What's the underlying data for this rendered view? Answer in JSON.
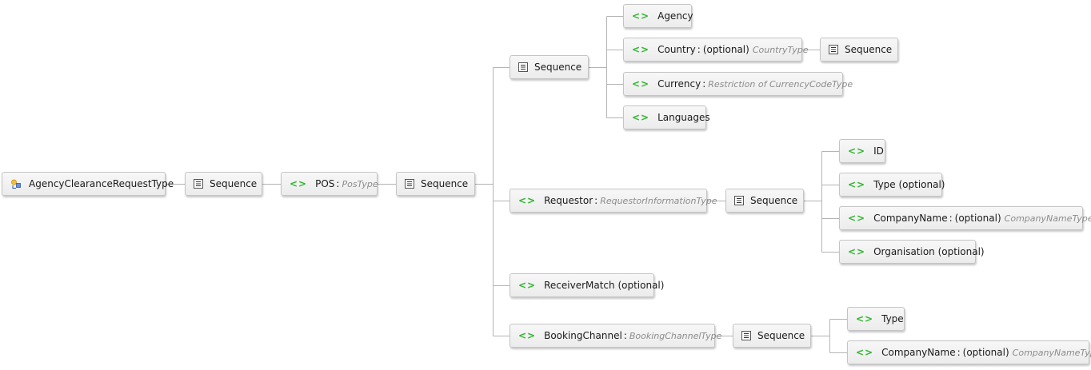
{
  "nodes": [
    {
      "id": "root",
      "kind": "complexType",
      "icon": "complex-type-icon",
      "name": "AgencyClearanceRequestType",
      "optional": "",
      "type": ""
    },
    {
      "id": "seq1",
      "kind": "sequence",
      "icon": "sequence-icon",
      "name": "Sequence",
      "optional": "",
      "type": ""
    },
    {
      "id": "pos",
      "kind": "element",
      "icon": "element-icon",
      "name": "POS",
      "optional": "",
      "type": "PosType"
    },
    {
      "id": "seq2",
      "kind": "sequence",
      "icon": "sequence-icon",
      "name": "Sequence",
      "optional": "",
      "type": ""
    },
    {
      "id": "seq3",
      "kind": "sequence",
      "icon": "sequence-icon",
      "name": "Sequence",
      "optional": "",
      "type": ""
    },
    {
      "id": "agency",
      "kind": "element",
      "icon": "element-icon",
      "name": "Agency",
      "optional": "",
      "type": ""
    },
    {
      "id": "country",
      "kind": "element",
      "icon": "element-icon",
      "name": "Country",
      "optional": "(optional)",
      "type": "CountryType"
    },
    {
      "id": "seq4",
      "kind": "sequence",
      "icon": "sequence-icon",
      "name": "Sequence",
      "optional": "",
      "type": ""
    },
    {
      "id": "currency",
      "kind": "element",
      "icon": "element-icon",
      "name": "Currency",
      "optional": "",
      "type": "Restriction of CurrencyCodeType"
    },
    {
      "id": "languages",
      "kind": "element",
      "icon": "element-icon",
      "name": "Languages",
      "optional": "",
      "type": ""
    },
    {
      "id": "requestor",
      "kind": "element",
      "icon": "element-icon",
      "name": "Requestor",
      "optional": "",
      "type": "RequestorInformationType"
    },
    {
      "id": "seq5",
      "kind": "sequence",
      "icon": "sequence-icon",
      "name": "Sequence",
      "optional": "",
      "type": ""
    },
    {
      "id": "id",
      "kind": "element",
      "icon": "element-icon",
      "name": "ID",
      "optional": "",
      "type": ""
    },
    {
      "id": "type1",
      "kind": "element",
      "icon": "element-icon",
      "name": "Type (optional)",
      "optional": "",
      "type": ""
    },
    {
      "id": "companyname1",
      "kind": "element",
      "icon": "element-icon",
      "name": "CompanyName",
      "optional": "(optional)",
      "type": "CompanyNameType"
    },
    {
      "id": "organisation",
      "kind": "element",
      "icon": "element-icon",
      "name": "Organisation (optional)",
      "optional": "",
      "type": ""
    },
    {
      "id": "receivermatch",
      "kind": "element",
      "icon": "element-icon",
      "name": "ReceiverMatch (optional)",
      "optional": "",
      "type": ""
    },
    {
      "id": "bookingchannel",
      "kind": "element",
      "icon": "element-icon",
      "name": "BookingChannel",
      "optional": "",
      "type": "BookingChannelType"
    },
    {
      "id": "seq6",
      "kind": "sequence",
      "icon": "sequence-icon",
      "name": "Sequence",
      "optional": "",
      "type": ""
    },
    {
      "id": "type2",
      "kind": "element",
      "icon": "element-icon",
      "name": "Type",
      "optional": "",
      "type": ""
    },
    {
      "id": "companyname2",
      "kind": "element",
      "icon": "element-icon",
      "name": "CompanyName",
      "optional": "(optional)",
      "type": "CompanyNameType"
    }
  ],
  "edges": [
    [
      "root",
      "seq1"
    ],
    [
      "seq1",
      "pos"
    ],
    [
      "pos",
      "seq2"
    ],
    [
      "seq2",
      "seq3"
    ],
    [
      "seq2",
      "requestor"
    ],
    [
      "seq2",
      "receivermatch"
    ],
    [
      "seq2",
      "bookingchannel"
    ],
    [
      "seq3",
      "agency"
    ],
    [
      "seq3",
      "country"
    ],
    [
      "seq3",
      "currency"
    ],
    [
      "seq3",
      "languages"
    ],
    [
      "country",
      "seq4"
    ],
    [
      "requestor",
      "seq5"
    ],
    [
      "seq5",
      "id"
    ],
    [
      "seq5",
      "type1"
    ],
    [
      "seq5",
      "companyname1"
    ],
    [
      "seq5",
      "organisation"
    ],
    [
      "bookingchannel",
      "seq6"
    ],
    [
      "seq6",
      "type2"
    ],
    [
      "seq6",
      "companyname2"
    ]
  ],
  "colors": {
    "element_icon": "#2fb52f",
    "wire": "#b4b4b4",
    "type_text": "#8c8c8c"
  }
}
